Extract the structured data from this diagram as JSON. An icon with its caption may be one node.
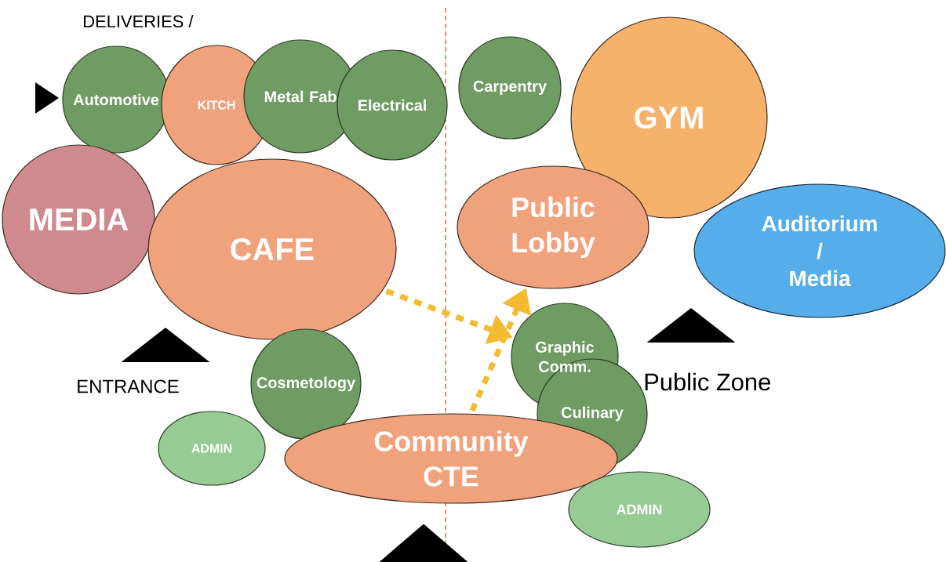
{
  "diagram": {
    "nodes": [
      {
        "text": [
          "Automotive"
        ]
      },
      {
        "text": [
          "KITCH"
        ]
      },
      {
        "text": [
          "Metal Fab"
        ]
      },
      {
        "text": [
          "Electrical"
        ]
      },
      {
        "text": [
          "Carpentry"
        ]
      },
      {
        "text": [
          "GYM"
        ]
      },
      {
        "text": [
          "MEDIA"
        ]
      },
      {
        "text": [
          "CAFE"
        ]
      },
      {
        "text": [
          "Public Lobby"
        ]
      },
      {
        "text": [
          "Auditorium / Media"
        ]
      },
      {
        "text": [
          "Graphic Comm."
        ]
      },
      {
        "text": [
          "Cosmetology"
        ]
      },
      {
        "text": [
          "Culinary"
        ]
      },
      {
        "text": [
          "ADMIN"
        ]
      },
      {
        "text": [
          "Community CTE"
        ]
      },
      {
        "text": [
          "ADMIN"
        ]
      },
      {
        "text": [],
        "shape": "triangle"
      },
      {
        "text": [],
        "shape": "triangle"
      },
      {
        "text": [],
        "shape": "triangle"
      },
      {
        "text": [],
        "shape": "triangle"
      }
    ],
    "edges": [
      {
        "from": 7,
        "to": 10,
        "arrow": "to",
        "style": "dashed"
      },
      {
        "from": 14,
        "to": 8,
        "arrow": "to",
        "style": "dashed"
      }
    ],
    "labels": [
      "DELIVERIES /",
      "ENTRANCE",
      "Public Zone"
    ]
  }
}
